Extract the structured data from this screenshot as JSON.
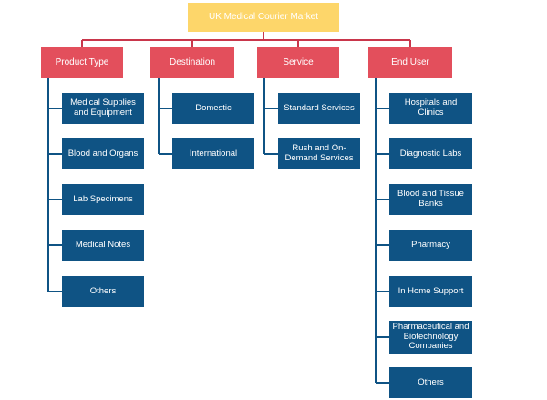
{
  "root": {
    "label": "UK Medical Courier Market"
  },
  "categories": [
    {
      "label": "Product Type",
      "items": [
        "Medical Supplies and Equipment",
        "Blood and Organs",
        "Lab Specimens",
        "Medical Notes",
        "Others"
      ]
    },
    {
      "label": "Destination",
      "items": [
        "Domestic",
        "International"
      ]
    },
    {
      "label": "Service",
      "items": [
        "Standard Services",
        "Rush and On-Demand Services"
      ]
    },
    {
      "label": "End User",
      "items": [
        "Hospitals and Clinics",
        "Diagnostic Labs",
        "Blood and Tissue Banks",
        "Pharmacy",
        "In Home Support",
        "Pharmaceutical and Biotechnology Companies",
        "Others"
      ]
    }
  ],
  "colors": {
    "root_fill": "#fdd66a",
    "category_fill": "#e34f5c",
    "leaf_fill": "#0f5384",
    "connector_red": "#c9364b",
    "connector_blue": "#0f5384"
  }
}
